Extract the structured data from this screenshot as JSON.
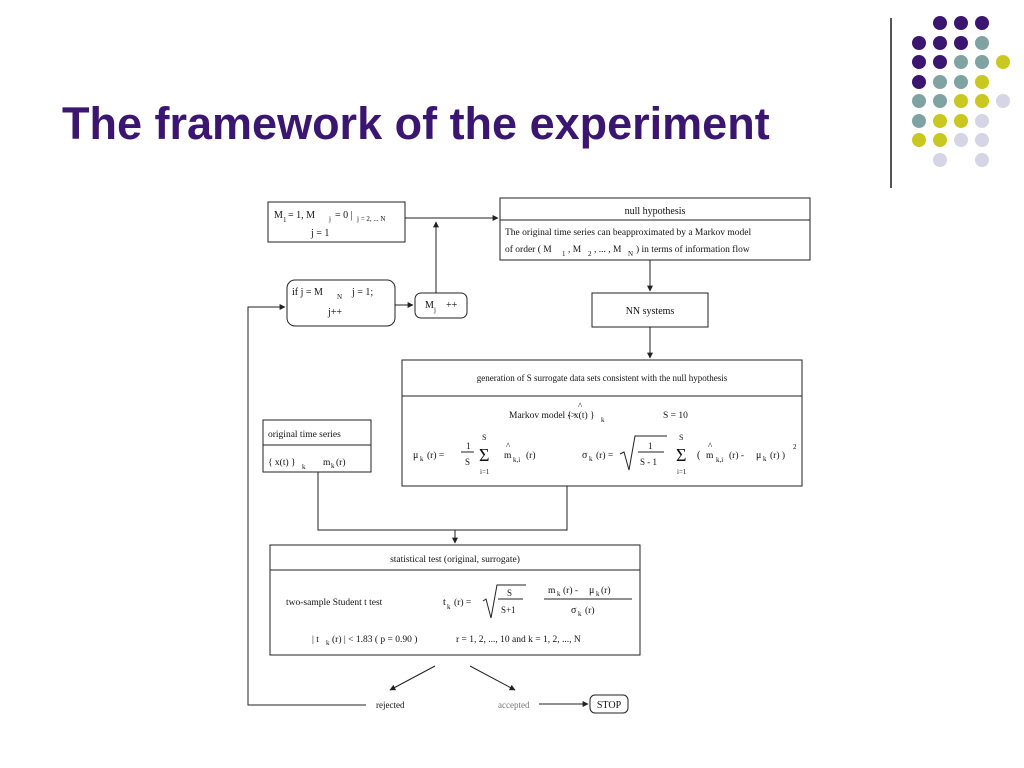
{
  "slide": {
    "title": "The framework of the experiment",
    "colors": {
      "title": "#3b1670",
      "dot_purple": "#3b1670",
      "dot_teal": "#7fa3a3",
      "dot_yellow": "#c8c820",
      "dot_light": "#d5d5e6"
    }
  },
  "diagram": {
    "init": {
      "line1": "M",
      "sub1": "1",
      "line1b": "= 1, M",
      "subj": "j",
      "line1c": "= 0 |",
      "sub_range": "j = 2, ... N",
      "line2": "j = 1"
    },
    "null_hypothesis": {
      "title": "null hypothesis",
      "text1": "The original time series can beapproximated by a Markov model",
      "text2a": "of order ( M",
      "s1": "1",
      "text2b": ", M",
      "s2": "2",
      "text2c": ", ... , M",
      "sN": "N",
      "text2d": ")   in terms of information flow"
    },
    "loop": {
      "a": "if j = M",
      "sub": "N",
      "b": "j = 1;",
      "c": "j++"
    },
    "mj": {
      "m": "M",
      "sub": "j",
      "pp": "++"
    },
    "nn": {
      "label": "NN systems"
    },
    "surrogate": {
      "title": "generation of S surrogate data sets  consistent with the null hypothesis",
      "markov": "Markov model ->",
      "hat": "^",
      "xt": "{ x(t) }",
      "k": "k",
      "s": "S = 10"
    },
    "formula": {
      "mu": "μ",
      "k": "k",
      "r": "(r) =",
      "one": "1",
      "S": "S",
      "sum_top": "S",
      "sigma_sym": "Σ",
      "sum_bot": "i=1",
      "mhat": "m",
      "ki": "k,i",
      "rr": "(r)",
      "sigma": "σ",
      "one2": "1",
      "sm1": "S - 1",
      "open": "(",
      "mhat2": "m",
      "ki2": "k,i",
      "rminus": "(r) -",
      "mu2": "μ",
      "k2": "k",
      "rclose": "(r) )",
      "sq": "2"
    },
    "orig": {
      "title": "original time series",
      "xt": "{ x(t) }",
      "k": "k",
      "m": "m",
      "k2": "k",
      "r": "(r)"
    },
    "stat": {
      "title": "statistical test (original, surrogate)",
      "name": "two-sample Student t   test",
      "t": "t",
      "k": "k",
      "r": "(r) =",
      "S": "S",
      "S1": "S+1",
      "num_m": "m",
      "num_k": "k",
      "num_r": "(r) -",
      "num_mu": "μ",
      "num_k2": "k",
      "num_r2": "(r)",
      "den_s": "σ",
      "den_k": "k",
      "den_r": "(r)",
      "cond1": "| t",
      "cond_k": "k",
      "cond2": "(r) | < 1.83  ( p = 0.90 )",
      "range": "r = 1, 2, ..., 10  and k = 1, 2, ..., N"
    },
    "outcomes": {
      "rejected": "rejected",
      "accepted": "accepted",
      "stop": "STOP"
    }
  }
}
